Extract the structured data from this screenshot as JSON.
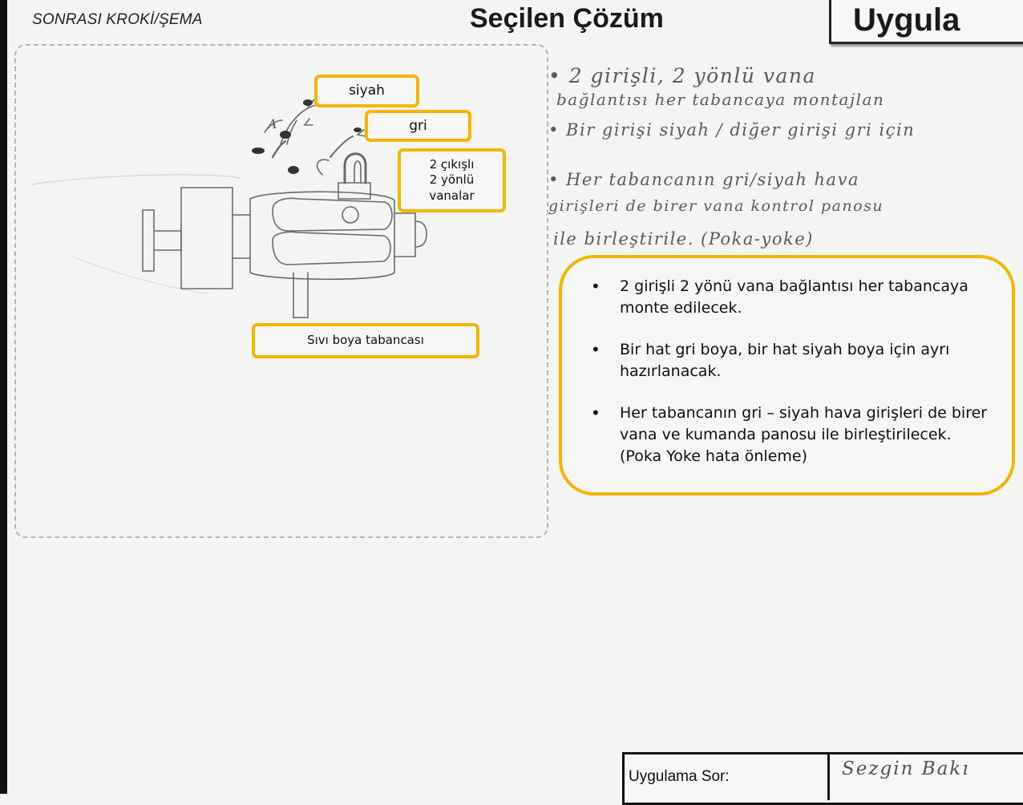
{
  "header": {
    "left_title": "SONRASI KROKİ/ŞEMA",
    "center_title": "Seçilen Çözüm",
    "right_title": "Uygula"
  },
  "sketch": {
    "callouts": {
      "siyah": "siyah",
      "gri": "gri",
      "vanalar_line1": "2 çıkışlı",
      "vanalar_line2": "2 yönlü",
      "vanalar_line3": "vanalar",
      "gun": "Sıvı boya tabancası"
    },
    "handwritten_letter": "A"
  },
  "handwritten_notes": [
    "• 2 girişli, 2 yönlü vana",
    "bağlantısı her tabancaya montajlan",
    "• Bir girişi siyah / diğer girişi gri için",
    "• Her tabancanın gri/siyah hava",
    "girişleri de birer vana kontrol panosu",
    "ile birleştirile. (Poka-yoke)"
  ],
  "summary_bullets": [
    "2 girişli 2 yönü vana bağlantısı her tabancaya monte edilecek.",
    "Bir hat gri boya, bir hat siyah boya için ayrı hazırlanacak.",
    "Her tabancanın gri – siyah hava girişleri de birer vana ve kumanda panosu ile birleştirilecek. (Poka Yoke hata önleme)"
  ],
  "footer": {
    "label": "Uygulama Sor:",
    "signature": "Sezgin Bakı"
  },
  "colors": {
    "accent": "#f4b400",
    "ink": "#111111",
    "pencil": "#5a5a5a"
  }
}
